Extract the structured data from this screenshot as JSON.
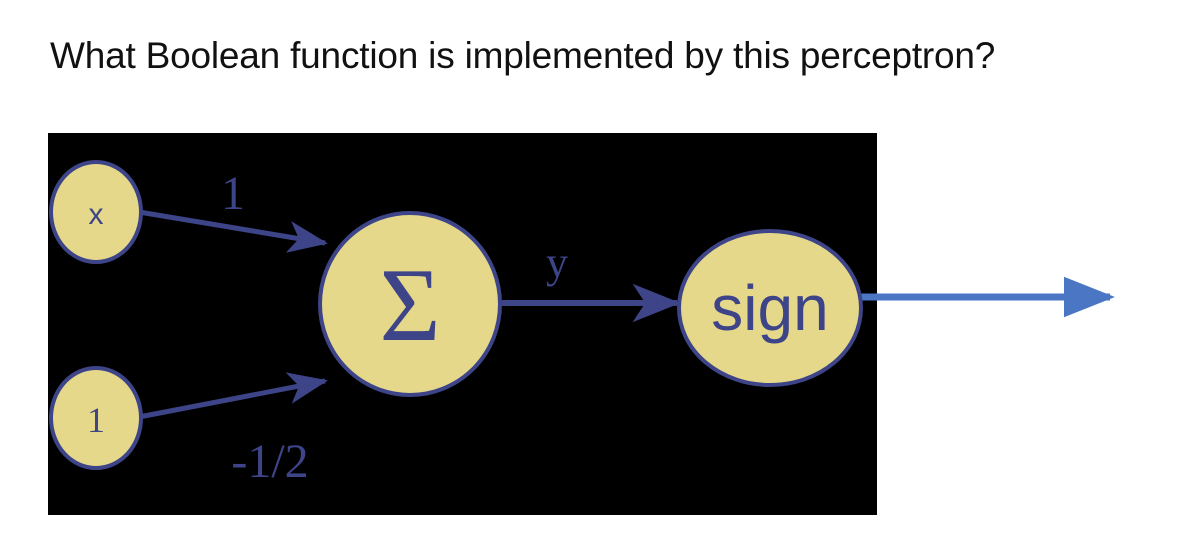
{
  "slide": {
    "title": "What Boolean function is implemented by this perceptron?",
    "background_color": "#FFFFFF"
  },
  "diagram": {
    "panel_background_color": "#000000",
    "node_fill_color": "#E6D88A",
    "node_stroke_color": "#3D4487",
    "edge_color": "#3D4487",
    "output_edge_color": "#4A76C4",
    "nodes": [
      {
        "id": "input-x",
        "label": "x",
        "role": "input"
      },
      {
        "id": "bias-one",
        "label": "1",
        "role": "bias-input"
      },
      {
        "id": "sum",
        "label": "Σ",
        "role": "summation"
      },
      {
        "id": "sign",
        "label": "sign",
        "role": "activation"
      }
    ],
    "edges": [
      {
        "id": "edge-x-to-sum",
        "from": "input-x",
        "to": "sum",
        "label": "1"
      },
      {
        "id": "edge-bias-to-sum",
        "from": "bias-one",
        "to": "sum",
        "label": "-1/2"
      },
      {
        "id": "edge-sum-to-sign",
        "from": "sum",
        "to": "sign",
        "label": "y"
      },
      {
        "id": "edge-sign-output",
        "from": "sign",
        "to": "",
        "label": ""
      }
    ]
  }
}
